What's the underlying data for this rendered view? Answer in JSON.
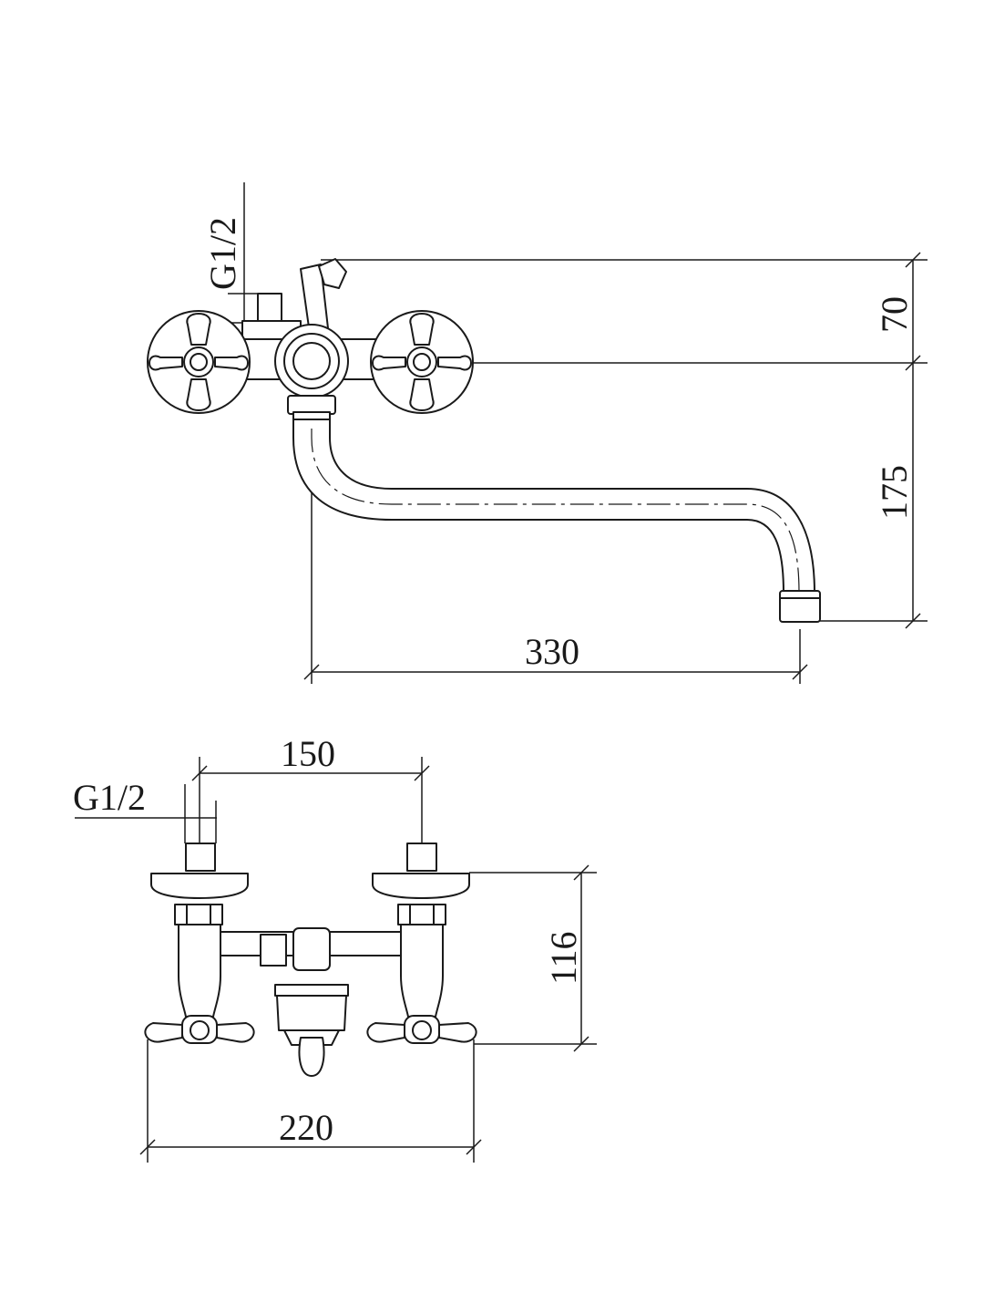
{
  "side_view": {
    "thread_label": "G1/2",
    "dimensions": {
      "top_height": "70",
      "spout_height": "175",
      "spout_reach": "330"
    }
  },
  "front_view": {
    "thread_label": "G1/2",
    "dimensions": {
      "inlet_spacing": "150",
      "body_height": "116",
      "overall_width": "220"
    }
  },
  "colors": {
    "line": "#1a1a1a",
    "background": "#ffffff"
  }
}
